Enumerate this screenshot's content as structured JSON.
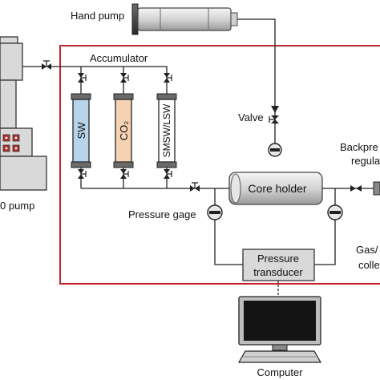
{
  "labels": {
    "hand_pump": "Hand pump",
    "accumulator": "Accumulator",
    "valve": "Valve",
    "backpressure_l1": "Backpre",
    "backpressure_l2": "regula",
    "core_holder": "Core holder",
    "pressure_gage": "Pressure gage",
    "isco_pump": "0 pump",
    "gas_l1": "Gas/",
    "gas_l2": "colle",
    "transducer_l1": "Pressure",
    "transducer_l2": "transducer",
    "computer": "Computer"
  },
  "cylinders": [
    {
      "label": "SW",
      "fill": "#b8d4ea"
    },
    {
      "label": "CO₂",
      "fill": "#f6d2b4"
    },
    {
      "label": "SMSW/LSW",
      "fill": "#ffffff"
    }
  ],
  "colors": {
    "frame": "#c1272d",
    "line": "#222222",
    "equipment_gray": "#d9d9d9",
    "indicator_red": "#c0392b"
  }
}
